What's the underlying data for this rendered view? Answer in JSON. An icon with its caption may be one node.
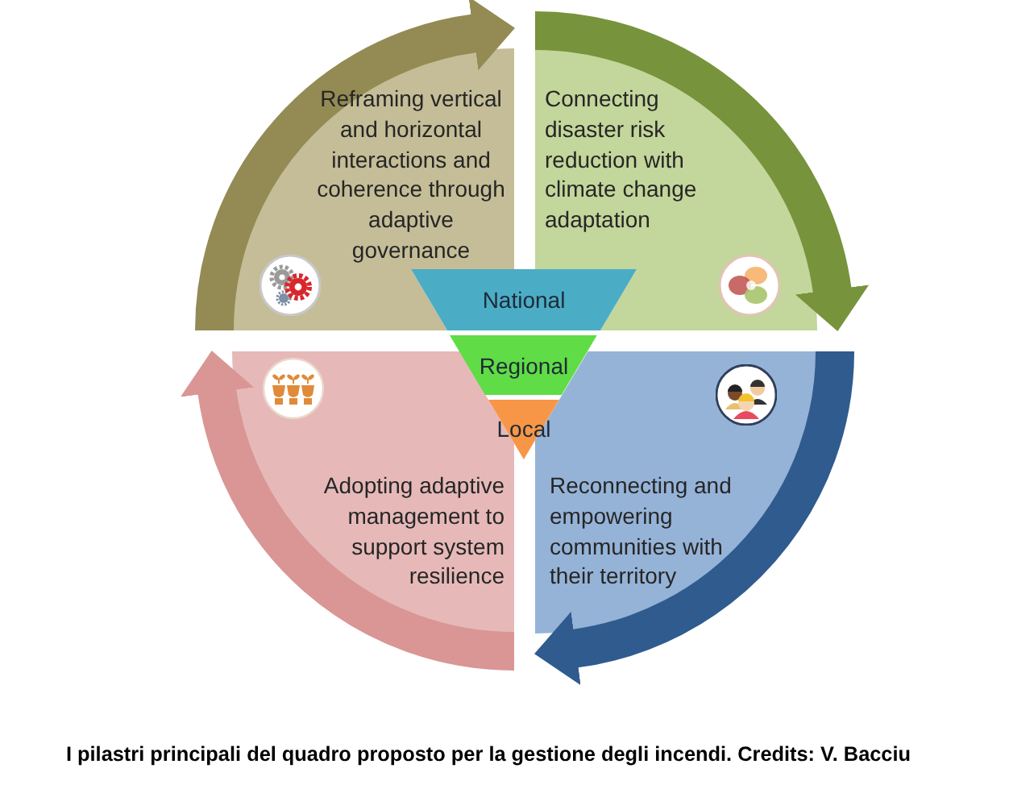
{
  "diagram": {
    "caption": "I pilastri principali del quadro proposto per la gestione degli incendi. Credits: V. Bacciu",
    "nodes": [
      {
        "text": [
          "Reframing vertical and horizontal interactions and coherence through adaptive governance"
        ]
      },
      {
        "text": [
          "Connecting disaster risk reduction with climate change adaptation"
        ]
      },
      {
        "text": [
          "National"
        ]
      },
      {
        "text": [
          "Regional"
        ]
      },
      {
        "text": [
          "Local"
        ]
      },
      {
        "text": [
          "Adopting adaptive management to support system resilience"
        ]
      },
      {
        "text": [
          "Reconnecting and empowering communities with their territory"
        ]
      }
    ],
    "edges": [
      {
        "from": 0,
        "to": 1,
        "arrow": "to",
        "color": "#948a54"
      },
      {
        "from": 1,
        "to": 6,
        "arrow": "to",
        "color": "#77933c"
      },
      {
        "from": 6,
        "to": 5,
        "arrow": "to",
        "color": "#2f5b8f"
      },
      {
        "from": 5,
        "to": 0,
        "arrow": "to",
        "color": "#d99694"
      }
    ]
  }
}
